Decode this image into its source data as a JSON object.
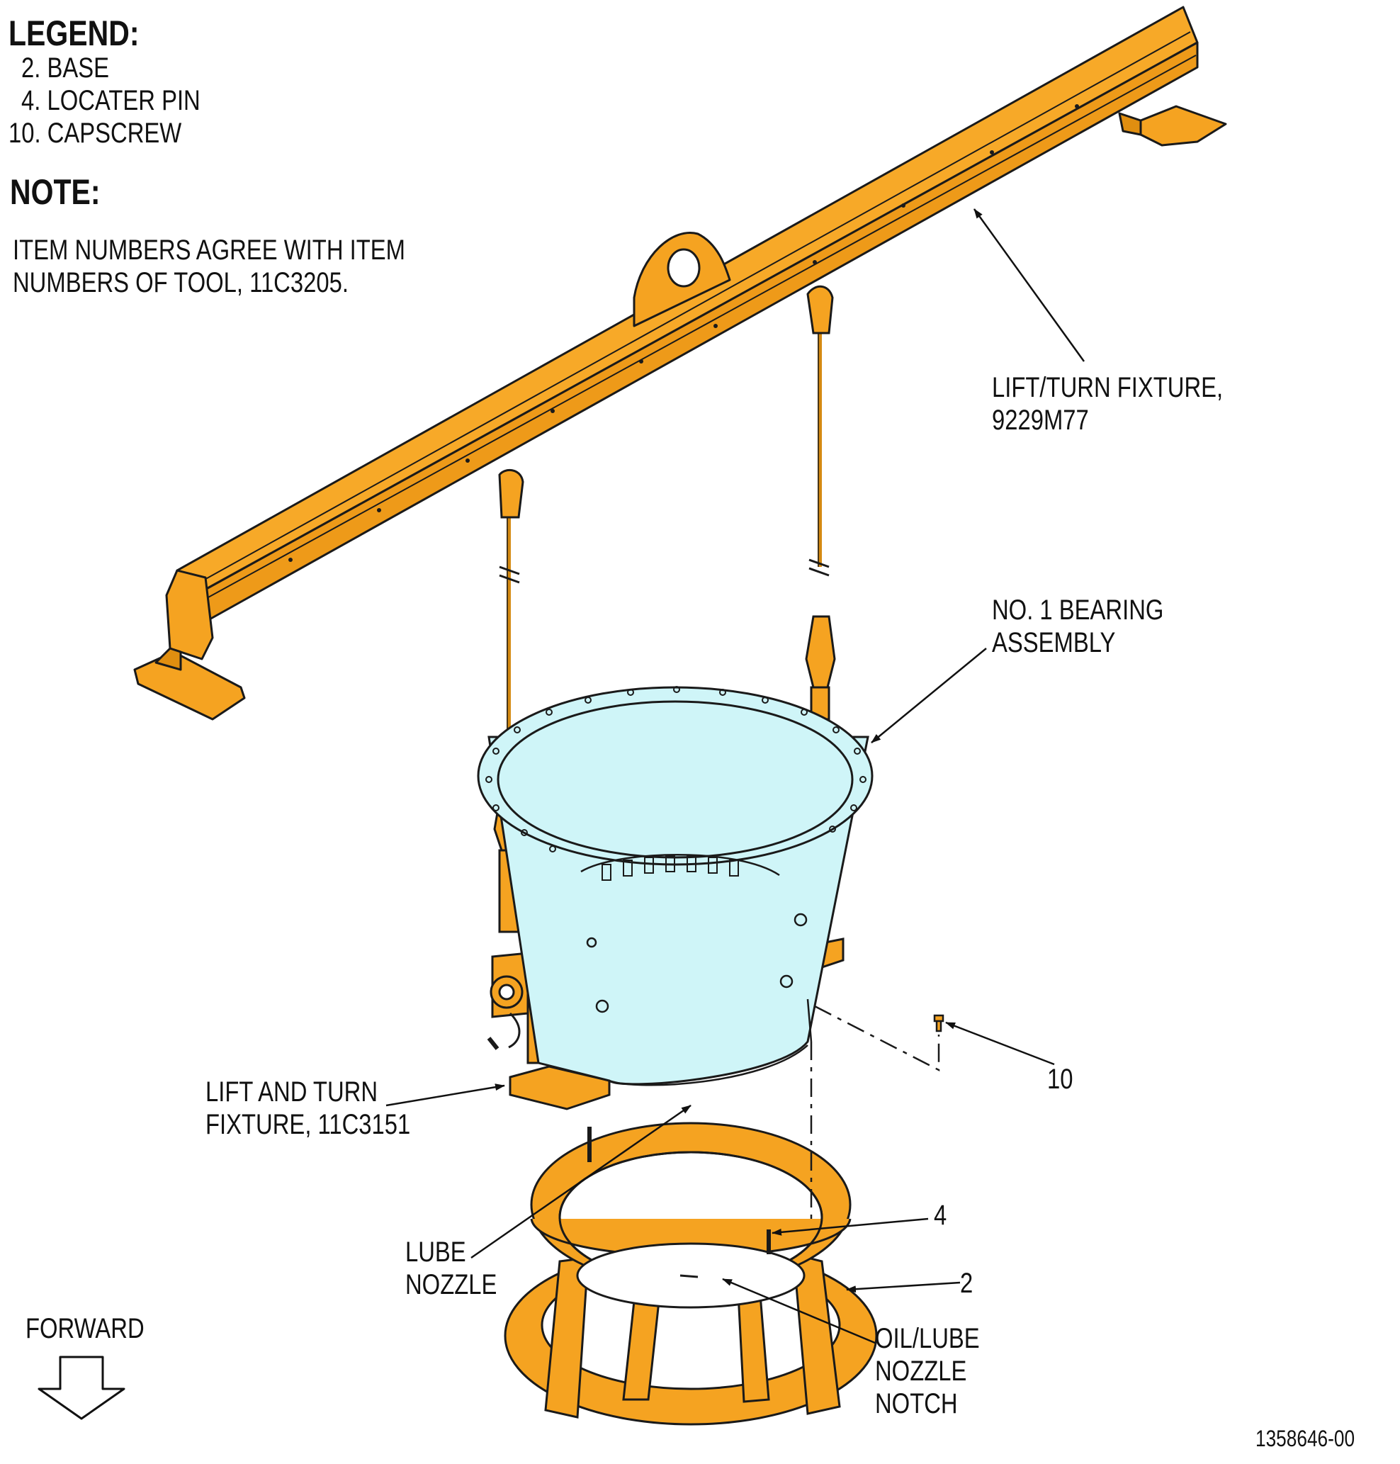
{
  "legend": {
    "title": "LEGEND:",
    "items": [
      "2. BASE",
      "4. LOCATER PIN",
      "10. CAPSCREW"
    ]
  },
  "note": {
    "title": "NOTE:",
    "text": "ITEM NUMBERS AGREE WITH ITEM\nNUMBERS OF TOOL, 11C3205."
  },
  "callouts": {
    "lift_turn_fixture_9229": "LIFT/TURN FIXTURE,\n9229M77",
    "bearing_assembly": "NO. 1 BEARING\nASSEMBLY",
    "lift_turn_fixture_11c3151": "LIFT AND TURN\nFIXTURE, 11C3151",
    "lube_nozzle": "LUBE\nNOZZLE",
    "oil_lube_notch": "OIL/LUBE\nNOZZLE\nNOTCH",
    "item_10": "10",
    "item_4": "4",
    "item_2": "2"
  },
  "forward_label": "FORWARD",
  "doc_number": "1358646-00",
  "colors": {
    "fixture": "#F5A321",
    "assembly": "#CFF5F8",
    "outline": "#1a1a1a"
  }
}
